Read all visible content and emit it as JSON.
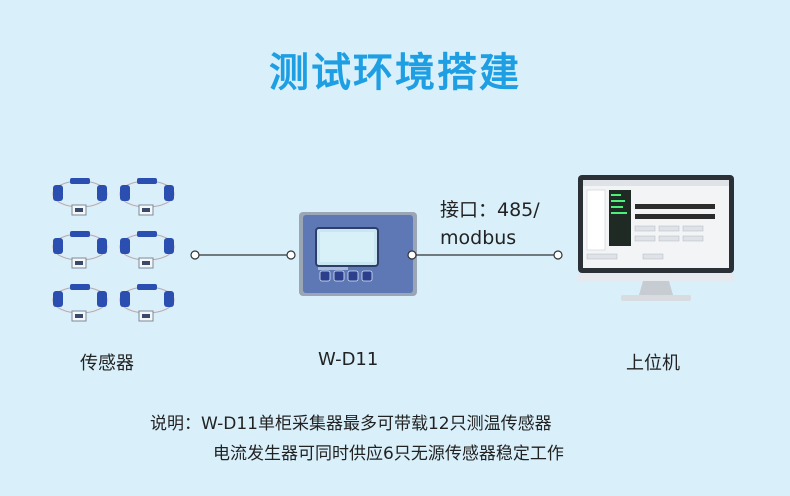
{
  "title": "测试环境搭建",
  "sensors_label": "传感器",
  "device_label": "W-D11",
  "computer_label": "上位机",
  "interface": {
    "line1": "接口：485/",
    "line2": "modbus"
  },
  "note": {
    "line1": "说明：W-D11单柜采集器最多可带载12只测温传感器",
    "line2": "电流发生器可同时供应6只无源传感器稳定工作"
  },
  "colors": {
    "title": "#1e9fe3",
    "background": "#d9f0fb",
    "device_body": "#5d78b4",
    "device_buttons": "#2b3f8c",
    "sensor_band": "#2a4fb0"
  },
  "icons": [
    "sensor-ring-icon",
    "controller-device-icon",
    "monitor-icon"
  ]
}
